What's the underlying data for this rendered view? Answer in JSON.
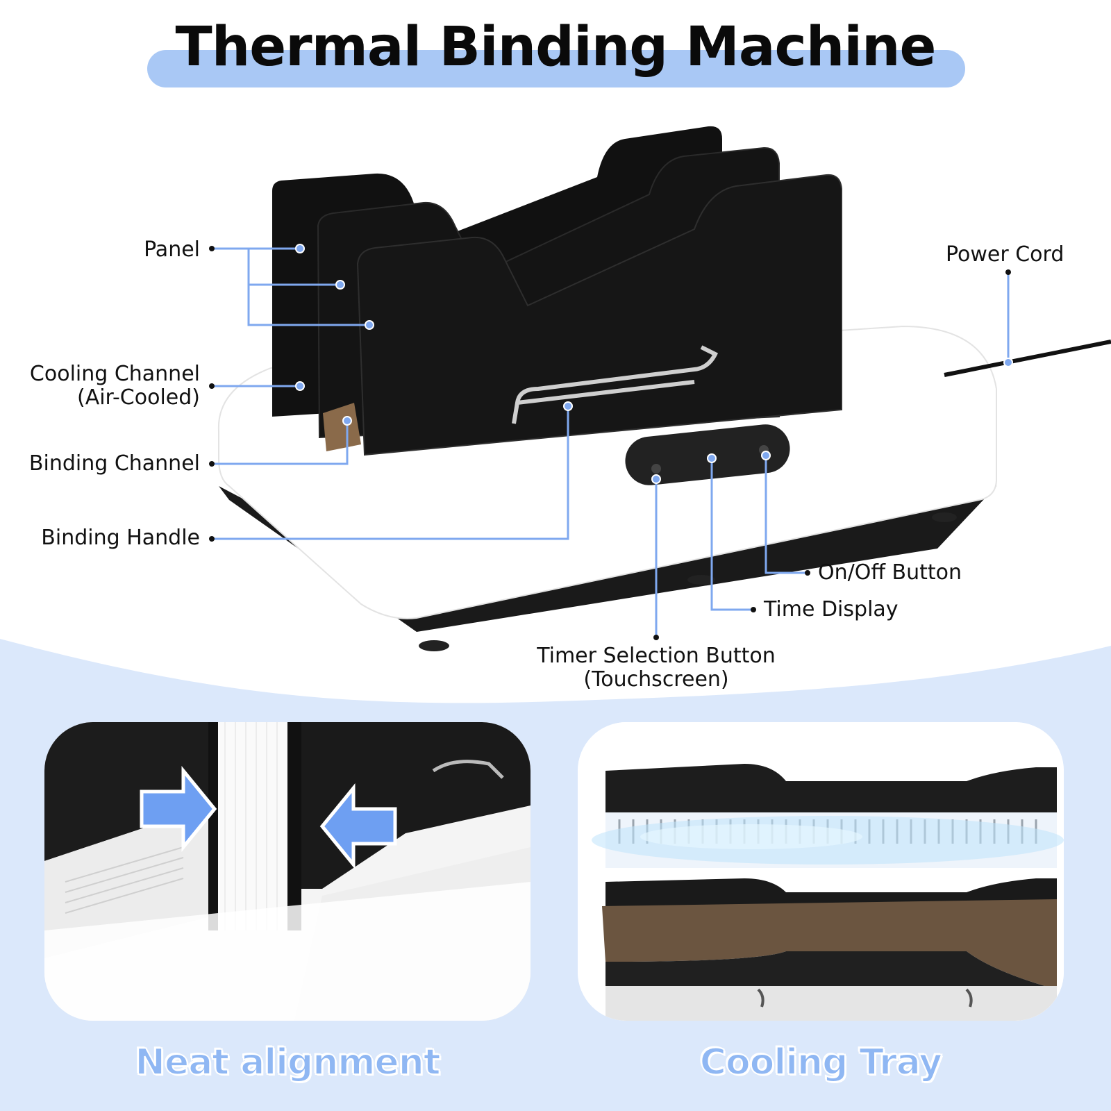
{
  "title": "Thermal Binding Machine",
  "colors": {
    "accent": "#a9c8f5",
    "callout_line": "#7fa8ef",
    "caption_text": "#8fb7f3",
    "machine_black": "#111111",
    "background_blue": "#dbe8fb"
  },
  "callouts": {
    "panel": "Panel",
    "cooling_channel_line1": "Cooling Channel",
    "cooling_channel_line2": "(Air-Cooled)",
    "binding_channel": "Binding Channel",
    "binding_handle": "Binding Handle",
    "power_cord": "Power Cord",
    "on_off_button": "On/Off Button",
    "time_display": "Time Display",
    "timer_button_line1": "Timer Selection Button",
    "timer_button_line2": "(Touchscreen)"
  },
  "panels": [
    {
      "caption": "Neat alignment",
      "icon": "inward-arrows-icon"
    },
    {
      "caption": "Cooling Tray",
      "icon": "airflow-icon"
    }
  ]
}
